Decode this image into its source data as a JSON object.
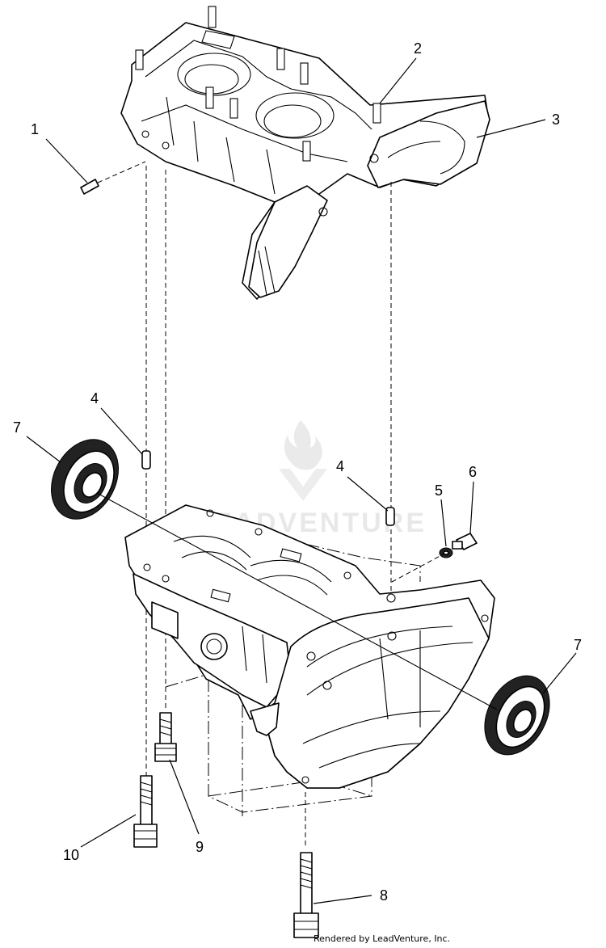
{
  "callouts": [
    {
      "id": "c1",
      "label": "1"
    },
    {
      "id": "c2",
      "label": "2"
    },
    {
      "id": "c3",
      "label": "3"
    },
    {
      "id": "c4a",
      "label": "4"
    },
    {
      "id": "c4b",
      "label": "4"
    },
    {
      "id": "c5",
      "label": "5"
    },
    {
      "id": "c6",
      "label": "6"
    },
    {
      "id": "c7a",
      "label": "7"
    },
    {
      "id": "c7b",
      "label": "7"
    },
    {
      "id": "c8",
      "label": "8"
    },
    {
      "id": "c9",
      "label": "9"
    },
    {
      "id": "c10",
      "label": "10"
    }
  ],
  "watermark": {
    "text": "LEADVENTURE"
  },
  "footer": {
    "text": "Rendered by LeadVenture, Inc."
  }
}
